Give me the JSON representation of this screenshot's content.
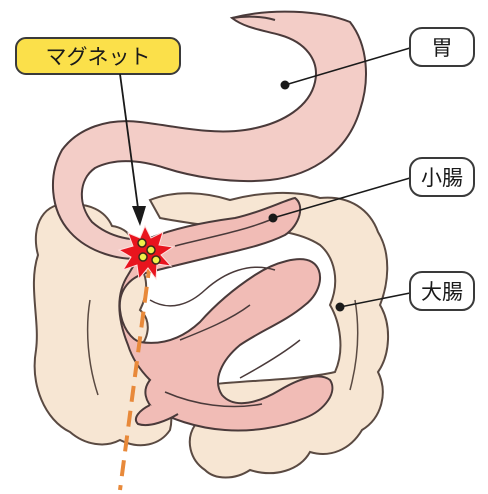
{
  "callout": {
    "label": "マグネット"
  },
  "labels": {
    "stomach": "胃",
    "small_intestine": "小腸",
    "large_intestine": "大腸"
  },
  "colors": {
    "large_intestine_fill": "#f7e6d3",
    "small_intestine_fill": "#f1bcb6",
    "stomach_fill": "#f3cdc7",
    "outline": "#4a3a3a",
    "callout_fill": "#fbe04a",
    "path_dash": "#e8893a",
    "burst_red": "#e8141e",
    "magnet_yellow": "#f0f04a"
  }
}
